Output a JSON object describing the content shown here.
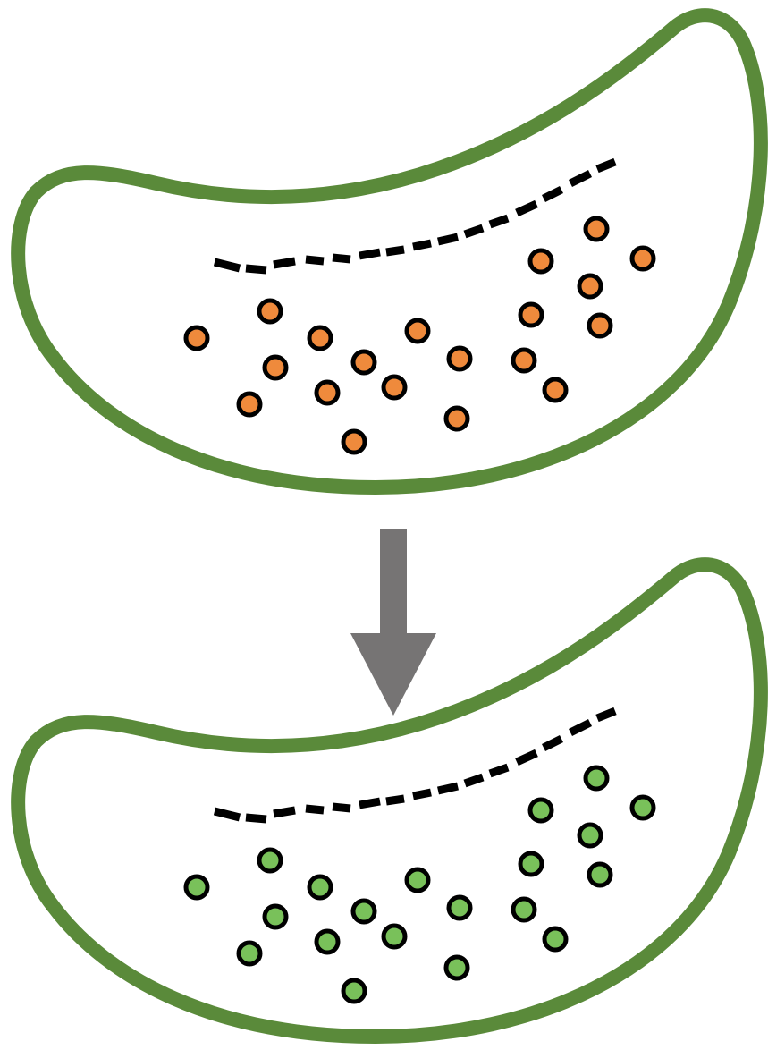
{
  "colors": {
    "background": "#ffffff",
    "membrane": "#5a8a3a",
    "membrane_light": "#ffffff",
    "arrow": "#767474",
    "dash": "#000000",
    "particle_outline": "#000000",
    "particle_before": "#ef8a3c",
    "particle_after": "#79c15a"
  },
  "diagram": {
    "panels": [
      {
        "id": "before",
        "particle_state": "before",
        "particle_count": 20
      },
      {
        "id": "after",
        "particle_state": "after",
        "particle_count": 20
      }
    ],
    "transition": {
      "direction": "down",
      "icon": "arrow-down-icon"
    }
  }
}
